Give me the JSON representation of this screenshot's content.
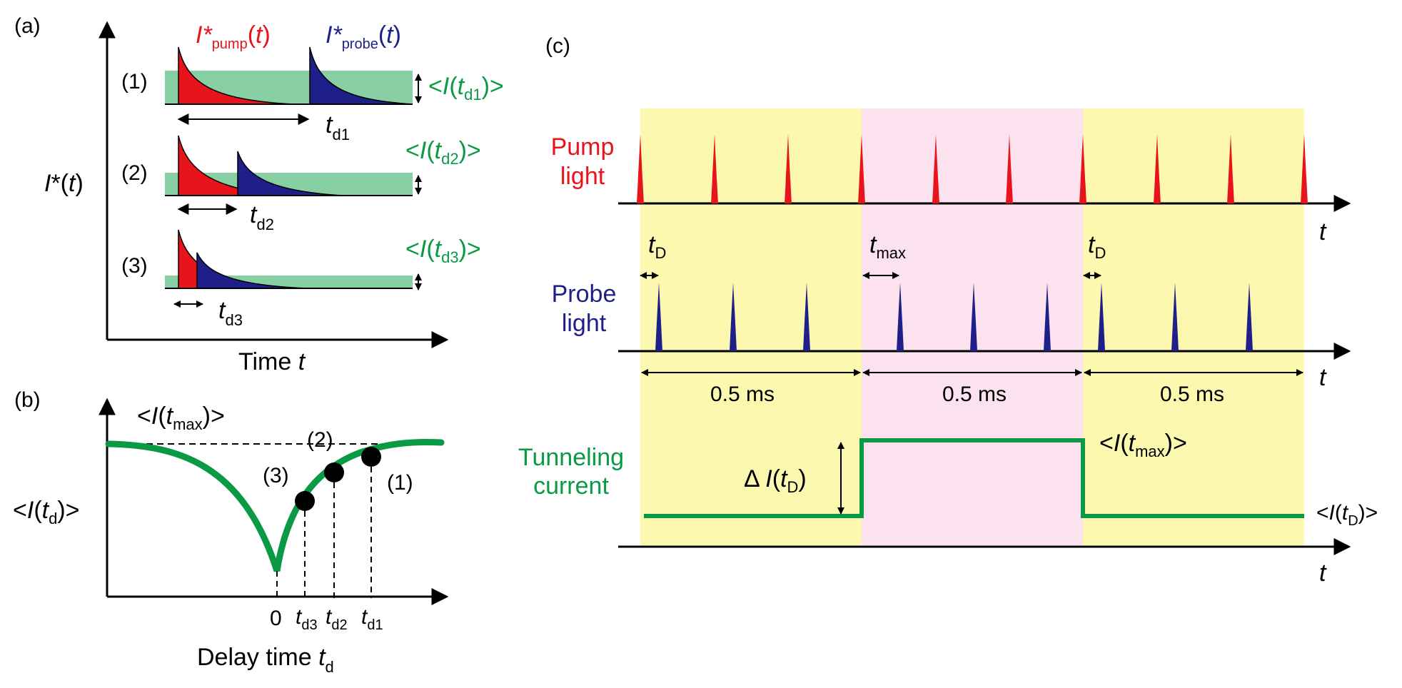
{
  "colors": {
    "pump": "#e8141c",
    "probe": "#1f1f8a",
    "green_band": "#88cfa3",
    "green_text": "#0a9a45",
    "yellow_bg": "#fdf8b0",
    "pink_bg": "#fbe2ee",
    "black": "#000000"
  },
  "panel_a": {
    "label": "(a)",
    "ylabel": "I*(t)",
    "xlabel": "Time t",
    "pump_legend": "I*pump(t)",
    "probe_legend": "I*probe(t)",
    "rows": [
      {
        "index": "(1)",
        "delay": "td1",
        "avg": "<I(td1)>"
      },
      {
        "index": "(2)",
        "delay": "td2",
        "avg": "<I(td2)>"
      },
      {
        "index": "(3)",
        "delay": "td3",
        "avg": "<I(td3)>"
      }
    ]
  },
  "panel_b": {
    "label": "(b)",
    "ylabel": "<I(td)>",
    "xlabel": "Delay time td",
    "max_label": "<I(tmax)>",
    "points": [
      "(1)",
      "(2)",
      "(3)"
    ],
    "ticks": [
      "0",
      "td3",
      "td2",
      "td1"
    ]
  },
  "panel_c": {
    "label": "(c)",
    "pump_label": [
      "Pump",
      "light"
    ],
    "probe_label": [
      "Probe",
      "light"
    ],
    "current_label": [
      "Tunneling",
      "current"
    ],
    "axis_label": "t",
    "tD": "tD",
    "tmax": "tmax",
    "periods": [
      "0.5 ms",
      "0.5 ms",
      "0.5 ms"
    ],
    "delta_label": "Δ I(tD)",
    "high_label": "<I(tmax)>",
    "low_label": "<I(tD)>"
  }
}
